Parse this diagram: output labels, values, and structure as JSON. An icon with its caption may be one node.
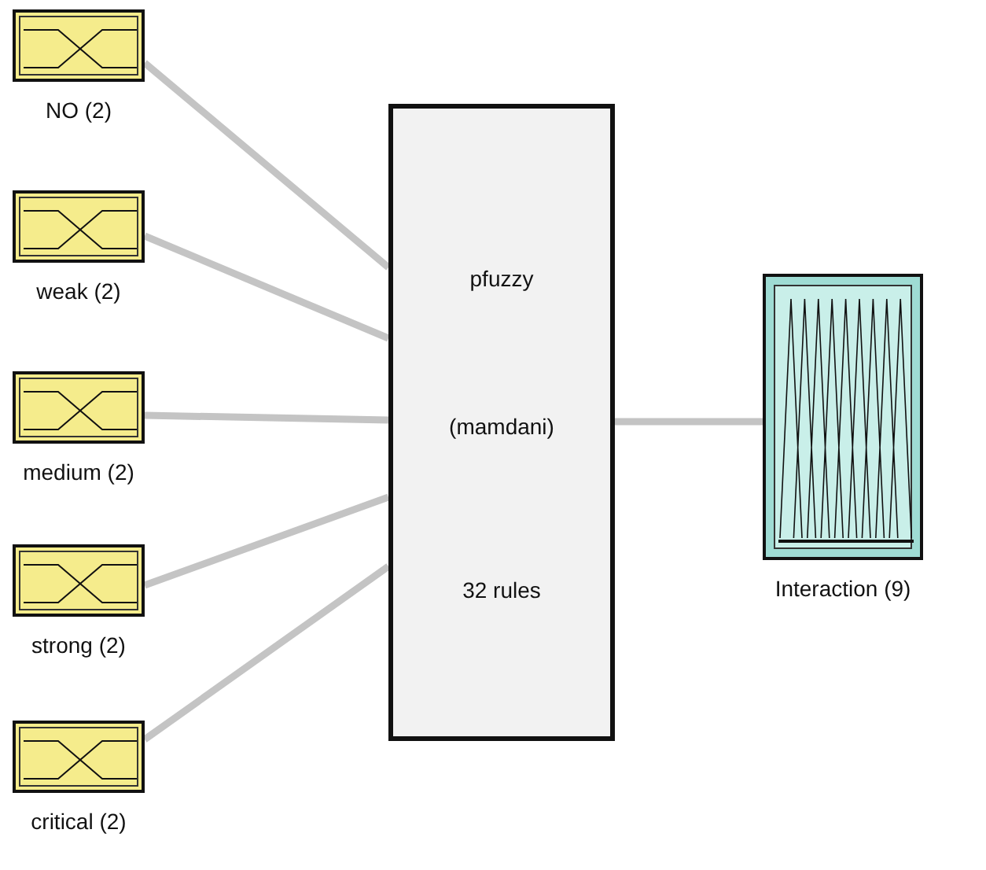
{
  "diagram": {
    "nodes": [
      {
        "text": [
          "NO (2)"
        ]
      },
      {
        "text": [
          "weak (2)"
        ]
      },
      {
        "text": [
          "medium (2)"
        ]
      },
      {
        "text": [
          "strong (2)"
        ]
      },
      {
        "text": [
          "critical (2)"
        ]
      },
      {
        "text": [
          "pfuzzy",
          "(mamdani)",
          "32 rules"
        ]
      },
      {
        "text": [
          "Interaction (9)"
        ]
      }
    ],
    "edges": [
      {
        "from": 0,
        "to": 5,
        "arrow": "none"
      },
      {
        "from": 1,
        "to": 5,
        "arrow": "none"
      },
      {
        "from": 2,
        "to": 5,
        "arrow": "none"
      },
      {
        "from": 3,
        "to": 5,
        "arrow": "none"
      },
      {
        "from": 4,
        "to": 5,
        "arrow": "none"
      },
      {
        "from": 5,
        "to": 6,
        "arrow": "none"
      }
    ]
  }
}
